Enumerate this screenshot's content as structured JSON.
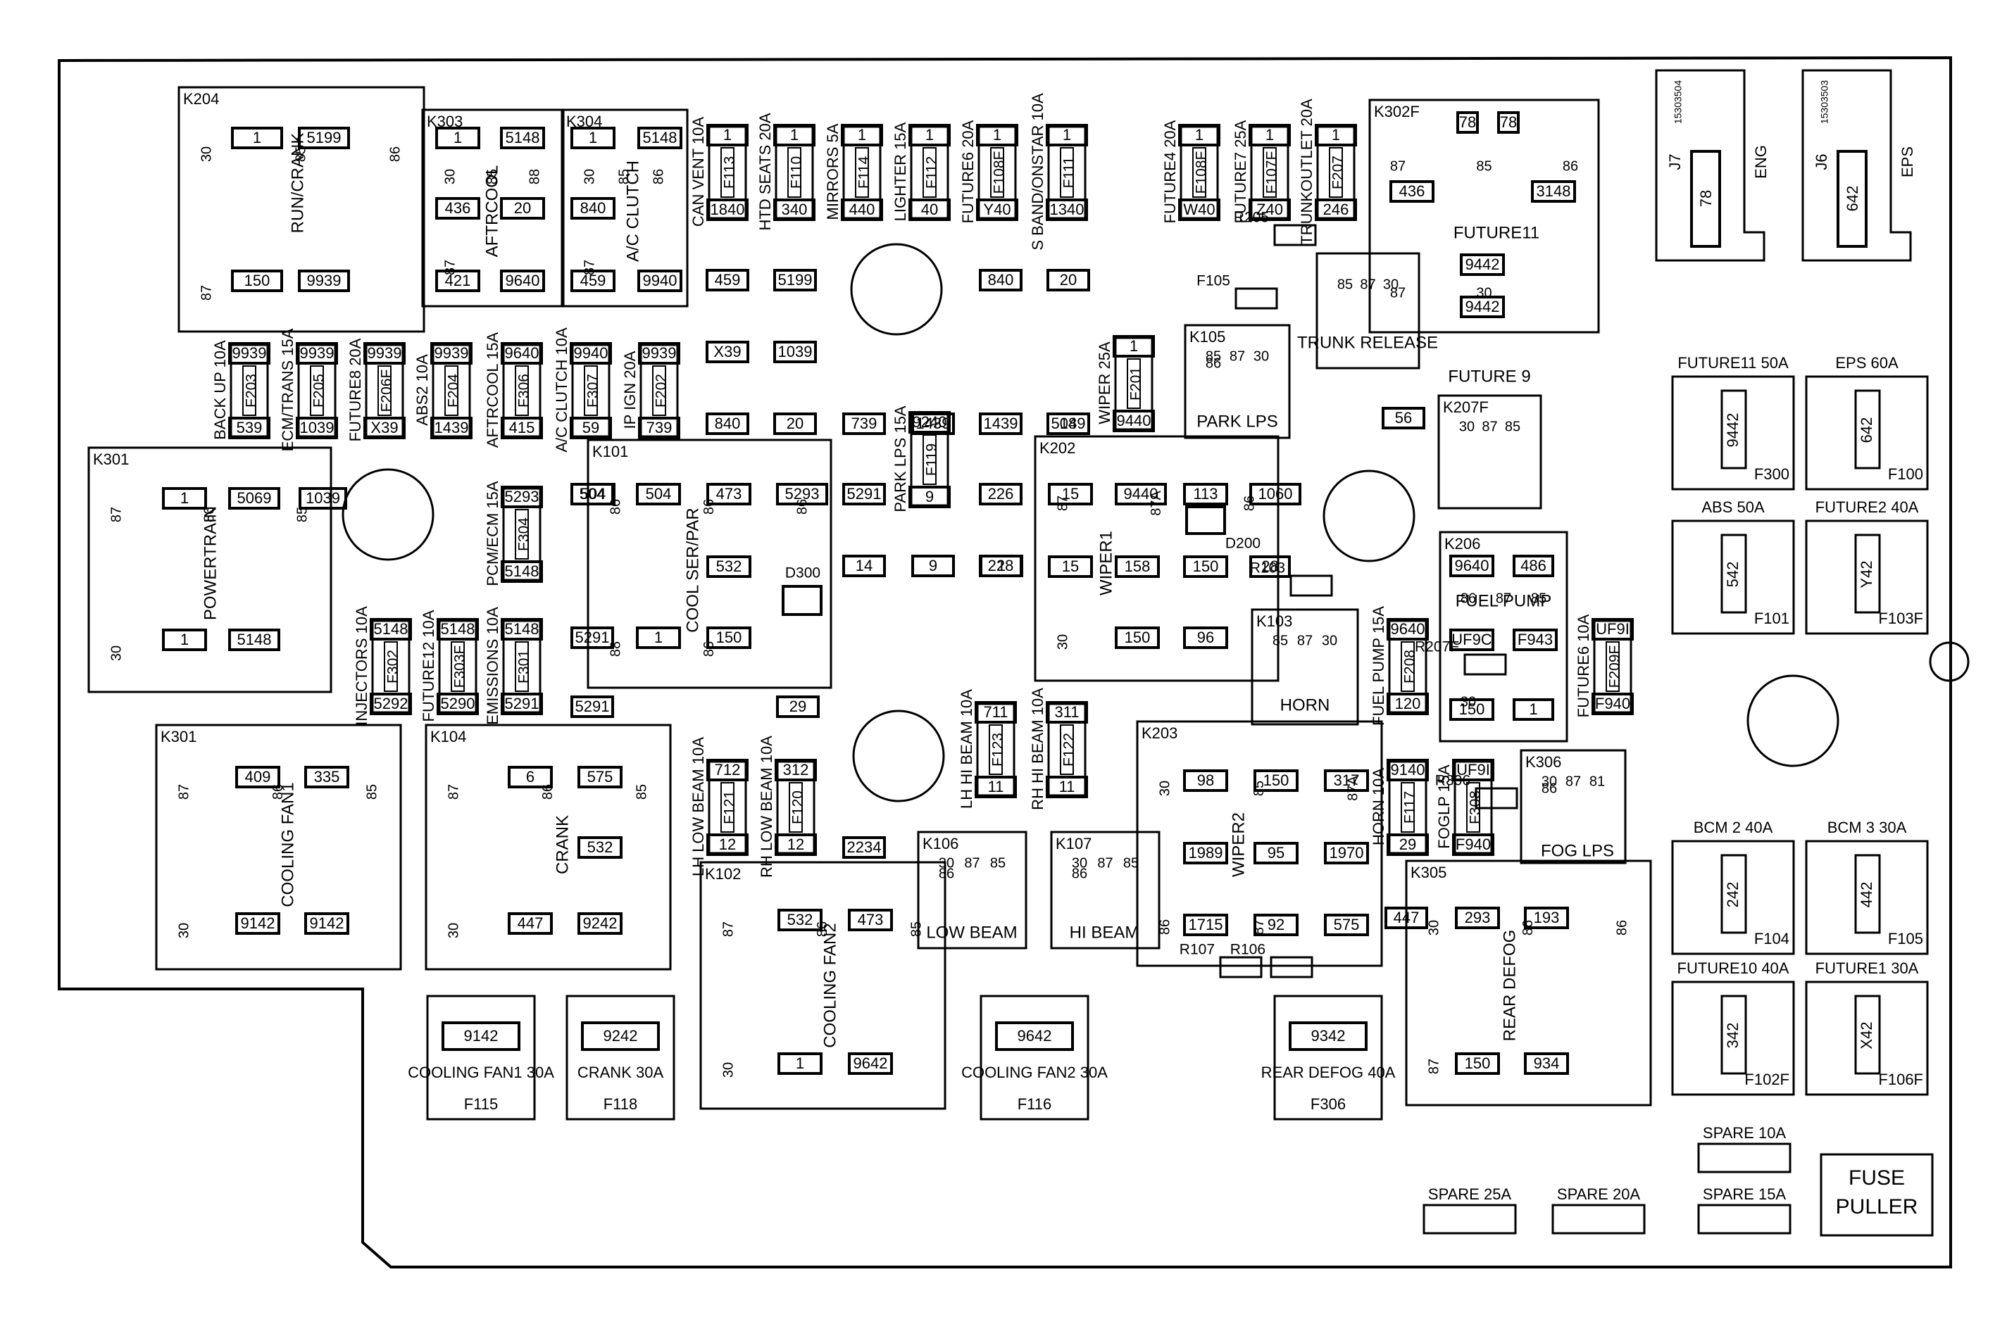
{
  "relays": [
    {
      "id": "K204",
      "func": "RUN/CRANK",
      "pins": [
        "1",
        "5199",
        "150",
        "9939"
      ],
      "pinNums": [
        "30",
        "85",
        "86",
        "87"
      ]
    },
    {
      "id": "K303",
      "func": "AFTRCOOL",
      "pins": [
        "1",
        "5148",
        "436",
        "20",
        "421",
        "9640"
      ],
      "pinNums": [
        "30",
        "85",
        "88",
        "87"
      ]
    },
    {
      "id": "K304",
      "func": "A/C CLUTCH",
      "pins": [
        "1",
        "5148",
        "840",
        "459",
        "9940"
      ],
      "pinNums": [
        "30",
        "85",
        "86",
        "87"
      ]
    },
    {
      "id": "K301",
      "func": "POWERTRAIN",
      "pins": [
        "1",
        "5069",
        "1039",
        "1",
        "5148"
      ],
      "pinNums": [
        "87",
        "86",
        "85",
        "30"
      ]
    },
    {
      "id": "K101",
      "func": "COOL SER/PAR",
      "pins": [
        "504",
        "504",
        "473",
        "5293",
        "532",
        "1",
        "150"
      ],
      "pinNums": [
        "86",
        "86",
        "86",
        "88",
        "86"
      ]
    },
    {
      "id": "K202",
      "func": "WIPER1",
      "pins": [
        "15",
        "9440",
        "113",
        "1060",
        "15",
        "158",
        "150",
        "28",
        "150",
        "96"
      ],
      "pinNums": [
        "87",
        "87A",
        "86",
        "30"
      ]
    },
    {
      "id": "K301",
      "func": "COOLING FAN1",
      "pins": [
        "409",
        "335",
        "9142",
        "9142"
      ],
      "pinNums": [
        "87",
        "86",
        "85",
        "30"
      ]
    },
    {
      "id": "K104",
      "func": "CRANK",
      "pins": [
        "6",
        "575",
        "532",
        "447",
        "9242"
      ],
      "pinNums": [
        "87",
        "86",
        "85",
        "30"
      ]
    },
    {
      "id": "K102",
      "func": "COOLING FAN2",
      "pins": [
        "532",
        "473",
        "1",
        "9642"
      ],
      "pinNums": [
        "87",
        "86",
        "85",
        "30"
      ]
    },
    {
      "id": "K203",
      "func": "WIPER2",
      "pins": [
        "98",
        "150",
        "317",
        "1989",
        "95",
        "1970",
        "1715",
        "92",
        "575"
      ],
      "pinNums": [
        "30",
        "85",
        "87A",
        "86",
        "87"
      ]
    },
    {
      "id": "K305",
      "func": "REAR DEFOG",
      "pins": [
        "293",
        "193",
        "150",
        "934"
      ],
      "pinNums": [
        "30",
        "86",
        "86",
        "87"
      ]
    },
    {
      "id": "K206",
      "func": "FUEL PUMP",
      "pins": [
        "9640",
        "486",
        "UF9C",
        "F943",
        "150",
        "1"
      ],
      "pinNums": [
        "86",
        "87",
        "85",
        "30"
      ]
    },
    {
      "id": "K302F",
      "func": "FUTURE11",
      "pins": [
        "78",
        "78",
        "436",
        "3148",
        "9442",
        "9442"
      ],
      "pinNums": [
        "87",
        "85",
        "86",
        "87",
        "30"
      ]
    },
    {
      "id": "K207F",
      "func": "FUTURE 9",
      "pinNums": [
        "30",
        "87",
        "85"
      ]
    },
    {
      "id": "K105",
      "func": "PARK LPS",
      "pinNums": [
        "85",
        "87",
        "30",
        "86"
      ]
    },
    {
      "id": "K106",
      "func": "LOW BEAM",
      "pinNums": [
        "30",
        "87",
        "85",
        "86"
      ]
    },
    {
      "id": "K107",
      "func": "HI BEAM",
      "pinNums": [
        "30",
        "87",
        "85",
        "86"
      ]
    },
    {
      "id": "K103",
      "func": "HORN",
      "pinNums": [
        "85",
        "87",
        "30"
      ]
    },
    {
      "id": "K306",
      "func": "FOG LPS",
      "pinNums": [
        "30",
        "87",
        "81",
        "86"
      ]
    },
    {
      "id": "",
      "func": "TRUNK RELEASE",
      "pinNums": [
        "85",
        "87",
        "30"
      ]
    }
  ],
  "fuses": [
    {
      "label": "CAN VENT 10A",
      "id": "F113",
      "top": "1",
      "bottom": "1840"
    },
    {
      "label": "HTD SEATS 20A",
      "id": "F110",
      "top": "1",
      "bottom": "340"
    },
    {
      "label": "MIRRORS 5A",
      "id": "F114",
      "top": "1",
      "bottom": "440"
    },
    {
      "label": "LIGHTER 15A",
      "id": "F112",
      "top": "1",
      "bottom": "40"
    },
    {
      "label": "FUTURE6 20A",
      "id": "F108F",
      "top": "1",
      "bottom": "Y40"
    },
    {
      "label": "S BAND/ONSTAR 10A",
      "id": "F111",
      "top": "1",
      "bottom": "1340"
    },
    {
      "label": "FUTURE4 20A",
      "id": "F108F",
      "top": "1",
      "bottom": "W40"
    },
    {
      "label": "FUTURE7 25A",
      "id": "F107F",
      "top": "1",
      "bottom": "Z40"
    },
    {
      "label": "TRUNKOUTLET 20A",
      "id": "F207",
      "top": "1",
      "bottom": "246"
    },
    {
      "label": "BACK UP 10A",
      "id": "F203",
      "top": "9939",
      "bottom": "539"
    },
    {
      "label": "ECM/TRANS 15A",
      "id": "F205",
      "top": "9939",
      "bottom": "1039"
    },
    {
      "label": "FUTURE8 20A",
      "id": "F206F",
      "top": "9939",
      "bottom": "X39"
    },
    {
      "label": "ABS2 10A",
      "id": "F204",
      "top": "9939",
      "bottom": "1439"
    },
    {
      "label": "AFTRCOOL 15A",
      "id": "F306",
      "top": "9640",
      "bottom": "415"
    },
    {
      "label": "A/C CLUTCH 10A",
      "id": "F307",
      "top": "9940",
      "bottom": "59"
    },
    {
      "label": "IP IGN 20A",
      "id": "F202",
      "top": "9939",
      "bottom": "739"
    },
    {
      "label": "WIPER 25A",
      "id": "F201",
      "top": "1",
      "bottom": "9440"
    },
    {
      "label": "PARK LPS 15A",
      "id": "F119",
      "top": "9240",
      "bottom": "9"
    },
    {
      "label": "PCM/ECM 15A",
      "id": "F304",
      "top": "5293",
      "bottom": "5148"
    },
    {
      "label": "INJECTORS 10A",
      "id": "F302",
      "top": "5148",
      "bottom": "5292"
    },
    {
      "label": "FUTURE12 10A",
      "id": "F303F",
      "top": "5148",
      "bottom": "5290"
    },
    {
      "label": "EMISSIONS 10A",
      "id": "F301",
      "top": "5148",
      "bottom": "5291"
    },
    {
      "label": "LH HI BEAM 10A",
      "id": "F123",
      "top": "711",
      "bottom": "11"
    },
    {
      "label": "RH HI BEAM 10A",
      "id": "F122",
      "top": "311",
      "bottom": "11"
    },
    {
      "label": "LH LOW BEAM 10A",
      "id": "F121",
      "top": "712",
      "bottom": "12"
    },
    {
      "label": "RH LOW BEAM 10A",
      "id": "F120",
      "top": "312",
      "bottom": "12"
    },
    {
      "label": "FUEL PUMP 15A",
      "id": "F208",
      "top": "9640",
      "bottom": "120"
    },
    {
      "label": "FUTURE6 10A",
      "id": "F209F",
      "top": "UF9I",
      "bottom": "F940"
    },
    {
      "label": "HORN 10A",
      "id": "F117",
      "top": "9140",
      "bottom": "29"
    },
    {
      "label": "FOGLP 15A",
      "id": "F308",
      "top": "UF9I",
      "bottom": "F940"
    }
  ],
  "maxifuses": [
    {
      "label": "FUTURE11 50A",
      "id": "F300",
      "value": "9442"
    },
    {
      "label": "EPS 60A",
      "id": "F100",
      "value": "642"
    },
    {
      "label": "ABS 50A",
      "id": "F101",
      "value": "542"
    },
    {
      "label": "FUTURE2 40A",
      "id": "F103F",
      "value": "Y42"
    },
    {
      "label": "BCM 2 40A",
      "id": "F104",
      "value": "242"
    },
    {
      "label": "BCM 3 30A",
      "id": "F105",
      "value": "442"
    },
    {
      "label": "FUTURE10 40A",
      "id": "F102F",
      "value": "342"
    },
    {
      "label": "FUTURE1 30A",
      "id": "F106F",
      "value": "X42"
    }
  ],
  "bottomFuses": [
    {
      "value": "9142",
      "name": "COOLING FAN1 30A",
      "id": "F115"
    },
    {
      "value": "9242",
      "name": "CRANK 30A",
      "id": "F118"
    },
    {
      "value": "9642",
      "name": "COOLING FAN2 30A",
      "id": "F116"
    },
    {
      "value": "9342",
      "name": "REAR DEFOG 40A",
      "id": "F306"
    }
  ],
  "connectors": [
    {
      "id": "J7",
      "part": "15303504",
      "value": "78",
      "name": "ENG"
    },
    {
      "id": "J6",
      "part": "15303503",
      "value": "642",
      "name": "EPS"
    }
  ],
  "spares": [
    "SPARE 10A",
    "SPARE 15A",
    "SPARE 20A",
    "SPARE 25A"
  ],
  "fusePuller": "FUSE PULLER",
  "diodes": [
    "D300",
    "D200"
  ],
  "resistors": [
    "R205",
    "R103",
    "R207F",
    "R306",
    "R107",
    "R106",
    "F105"
  ],
  "terminals": [
    "459",
    "5199",
    "840",
    "20",
    "X39",
    "1039",
    "840",
    "20",
    "739",
    "1439",
    "1439",
    "5089",
    "14",
    "56",
    "504",
    "5291",
    "226",
    "14",
    "9",
    "228",
    "5291",
    "5291",
    "29",
    "2234",
    "447",
    "1"
  ]
}
